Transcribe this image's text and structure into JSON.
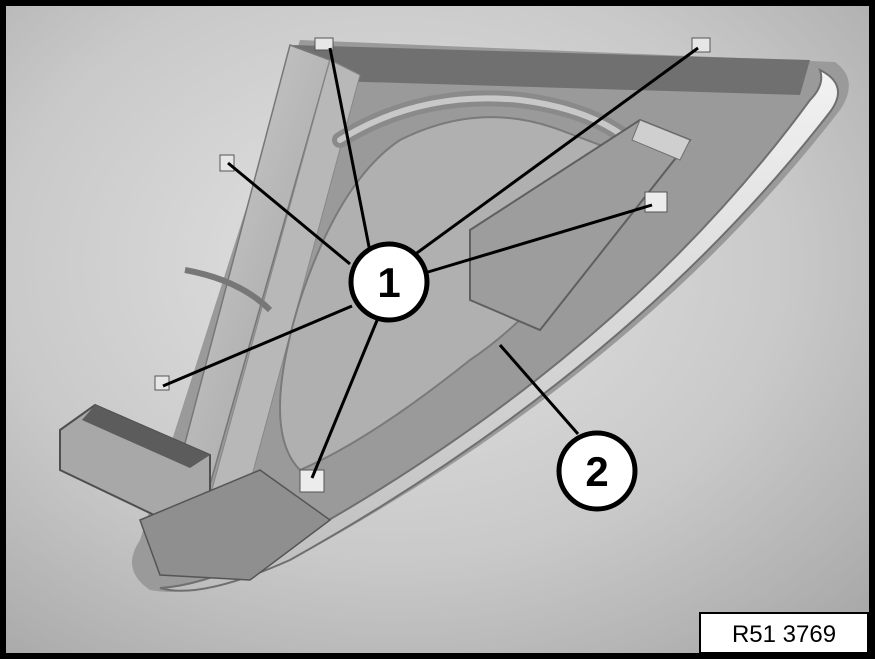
{
  "figure": {
    "reference_code": "R51 3769",
    "callouts": [
      {
        "label": "1"
      },
      {
        "label": "2"
      }
    ]
  }
}
